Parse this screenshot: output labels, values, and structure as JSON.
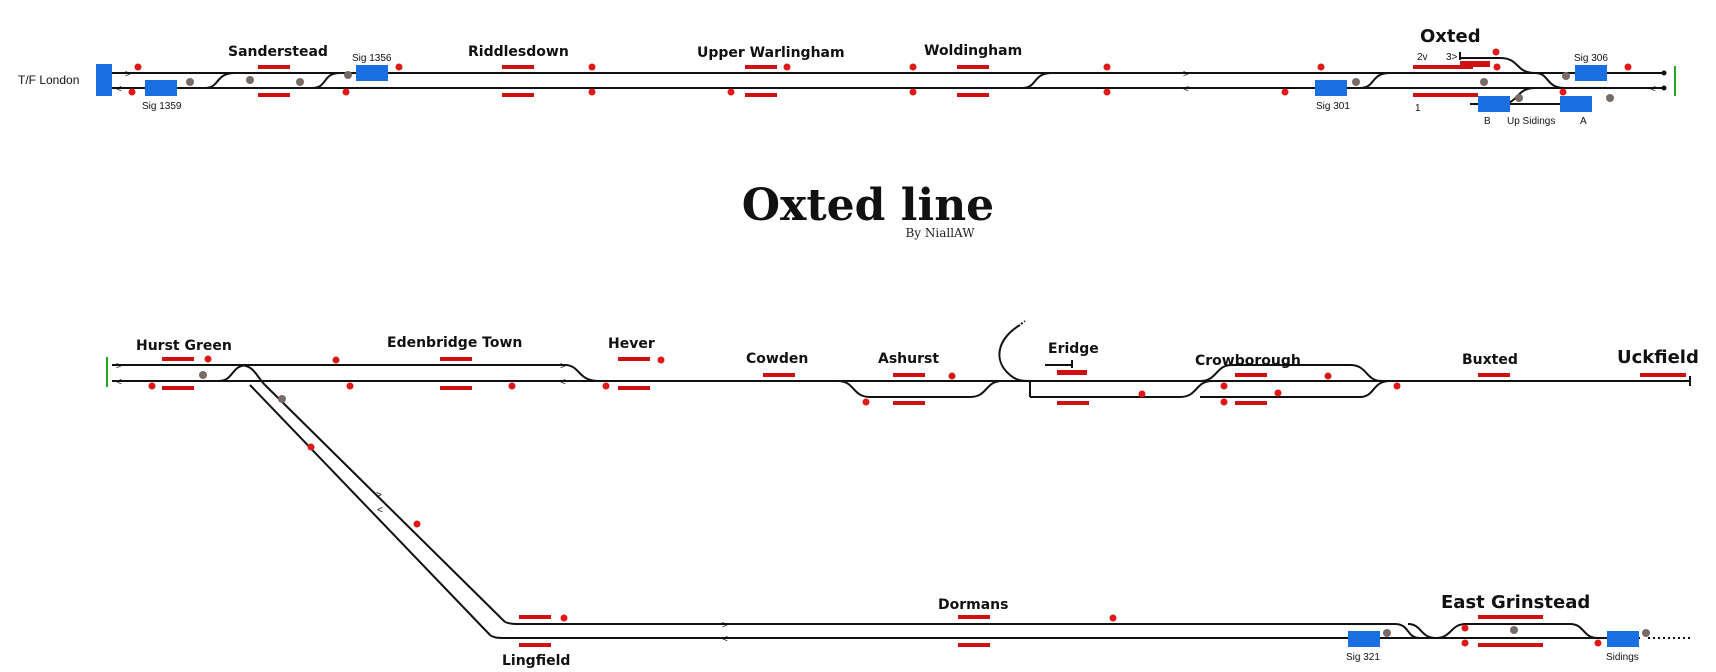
{
  "title": "Oxted line",
  "byline": "By NiallAW",
  "colors": {
    "track": "#111111",
    "platform": "#d01010",
    "signal": "#e01818",
    "block": "#1a6fe0",
    "buffer": "#22aa22",
    "shunt": "#7a6a66"
  },
  "top": {
    "edge_label": "T/F London",
    "stations": {
      "sanderstead": "Sanderstead",
      "riddlesdown": "Riddlesdown",
      "upper_warlingham": "Upper Warlingham",
      "woldingham": "Woldingham",
      "oxted": "Oxted"
    },
    "signals": {
      "s1356": "Sig 1356",
      "s1359": "Sig 1359",
      "s301": "Sig 301",
      "s306": "Sig 306"
    },
    "oxted_labels": {
      "p2v": "2v",
      "p3": "3>",
      "p1": "1",
      "b": "B",
      "up_sidings": "Up Sidings",
      "a": "A"
    }
  },
  "middle": {
    "stations": {
      "hurst_green": "Hurst Green",
      "edenbridge": "Edenbridge Town",
      "hever": "Hever",
      "cowden": "Cowden",
      "ashurst": "Ashurst",
      "eridge": "Eridge",
      "crowborough": "Crowborough",
      "buxted": "Buxted",
      "uckfield": "Uckfield"
    }
  },
  "bottom": {
    "stations": {
      "lingfield": "Lingfield",
      "dormans": "Dormans",
      "east_grinstead": "East Grinstead"
    },
    "signals": {
      "s321": "Sig 321",
      "sidings": "Sidings"
    }
  }
}
